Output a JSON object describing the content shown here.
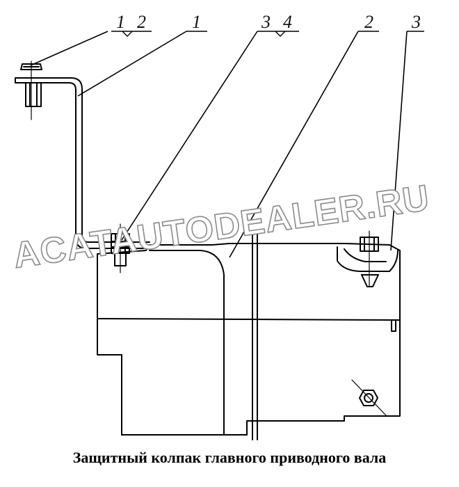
{
  "callouts": {
    "c1": "1",
    "c2": "2",
    "c3": "3",
    "c4": "4",
    "c5": "1",
    "c6": "2",
    "c7": "3"
  },
  "watermark": "ACATAUTODEALER.RU",
  "caption": "Защитный колпак главного приводного вала"
}
